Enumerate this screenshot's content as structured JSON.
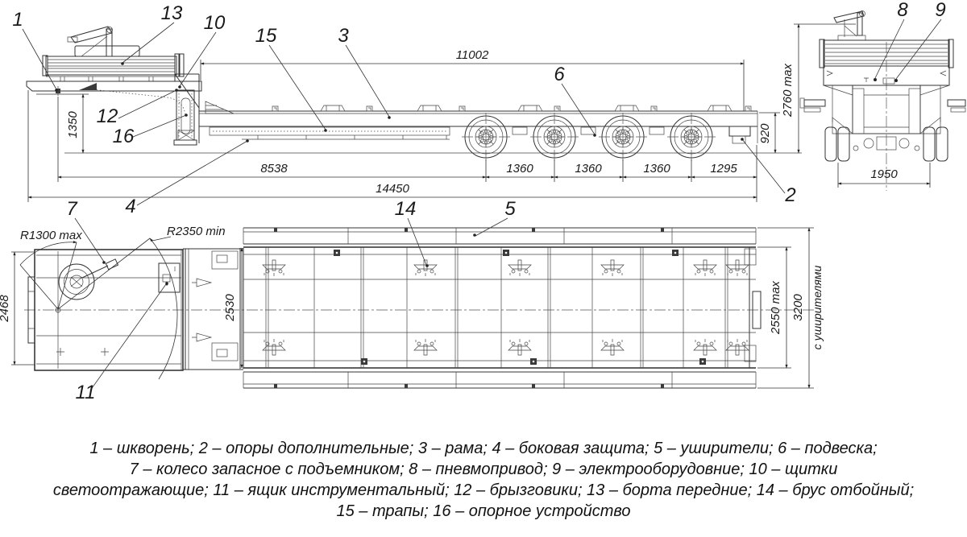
{
  "side_view": {
    "dims": {
      "frame_length": "11002",
      "fifth_wheel_height": "1350",
      "kingpin_to_first_axle": "8538",
      "overall_length": "14450",
      "axle_spacings": [
        "1360",
        "1360",
        "1360"
      ],
      "rear_overhang": "1295",
      "deck_height": "920",
      "overall_height": "2760 max"
    },
    "callouts": {
      "kingpin": "1",
      "rear_supports": "2",
      "frame": "3",
      "side_guard": "4",
      "suspension": "6",
      "reflective_boards": "10",
      "mudguards": "12",
      "front_boards": "13",
      "ramps": "15",
      "support_device": "16"
    }
  },
  "rear_view": {
    "dims": {
      "track_width": "1950"
    },
    "callouts": {
      "air_drive": "8",
      "electrics": "9"
    }
  },
  "plan_view": {
    "dims": {
      "turn_radius_inner": "R1300 max",
      "turn_radius_outer": "R2350 min",
      "front_width": "2468",
      "neck_width": "2530",
      "deck_width": "2550 max",
      "width_with_extenders": "3200",
      "extenders_note": "с уширителями"
    },
    "callouts": {
      "spare_wheel": "7",
      "toolbox": "11",
      "bumper_bar": "14",
      "extenders": "5"
    }
  },
  "legend": {
    "lines": [
      "1 – шкворень; 2 – опоры дополнительные; 3 – рама; 4 – боковая защита; 5 – уширители; 6 – подвеска;",
      "7 – колесо запасное с подъемником; 8 – пневмопривод; 9 – электрооборудовние; 10 – щитки",
      "светоотражающие; 11 – ящик инструментальный; 12 – брызговики; 13 – борта передние; 14 – брус отбойный;",
      "15 – трапы; 16 – опорное устройство"
    ]
  }
}
